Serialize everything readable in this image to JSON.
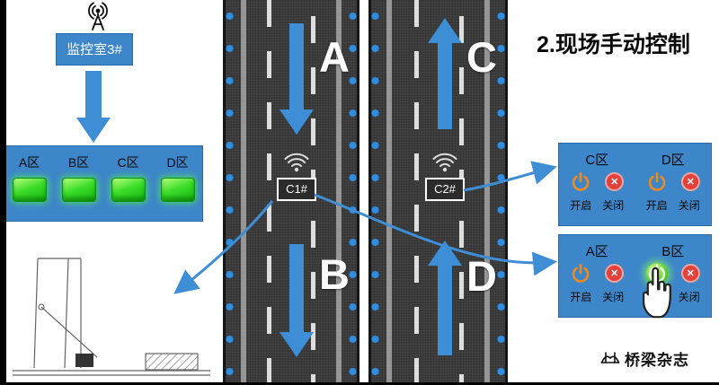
{
  "page": {
    "title": "2.现场手动控制"
  },
  "colors": {
    "accent_blue": "#3e86ca",
    "arrow_blue": "#3e8ed6",
    "road_gray": "#3b3b3b",
    "lamp_green": "#2ecc2e",
    "power_orange": "#ef8b1d",
    "close_red": "#e2403a",
    "active_green": "#5ad121"
  },
  "monitor": {
    "label": "监控室3#"
  },
  "status_panel": {
    "zones": [
      {
        "label": "A区"
      },
      {
        "label": "B区"
      },
      {
        "label": "C区"
      },
      {
        "label": "D区"
      }
    ]
  },
  "roads": [
    {
      "top_lane": "A",
      "bottom_lane": "B",
      "direction": "down",
      "sensor_label": "C1#"
    },
    {
      "top_lane": "C",
      "bottom_lane": "D",
      "direction": "up",
      "sensor_label": "C2#"
    }
  ],
  "control_panels": [
    {
      "zones": [
        {
          "name": "C区",
          "open_label": "开启",
          "close_label": "关闭",
          "close_glyph": "✕",
          "open_active": false
        },
        {
          "name": "D区",
          "open_label": "开启",
          "close_label": "关闭",
          "close_glyph": "✕",
          "open_active": false
        }
      ]
    },
    {
      "zones": [
        {
          "name": "A区",
          "open_label": "开启",
          "close_label": "关闭",
          "close_glyph": "✕",
          "open_active": false
        },
        {
          "name": "B区",
          "open_label": "开启",
          "close_label": "关闭",
          "close_glyph": "✕",
          "open_active": true
        }
      ]
    }
  ],
  "logo": {
    "text": "桥梁杂志"
  }
}
